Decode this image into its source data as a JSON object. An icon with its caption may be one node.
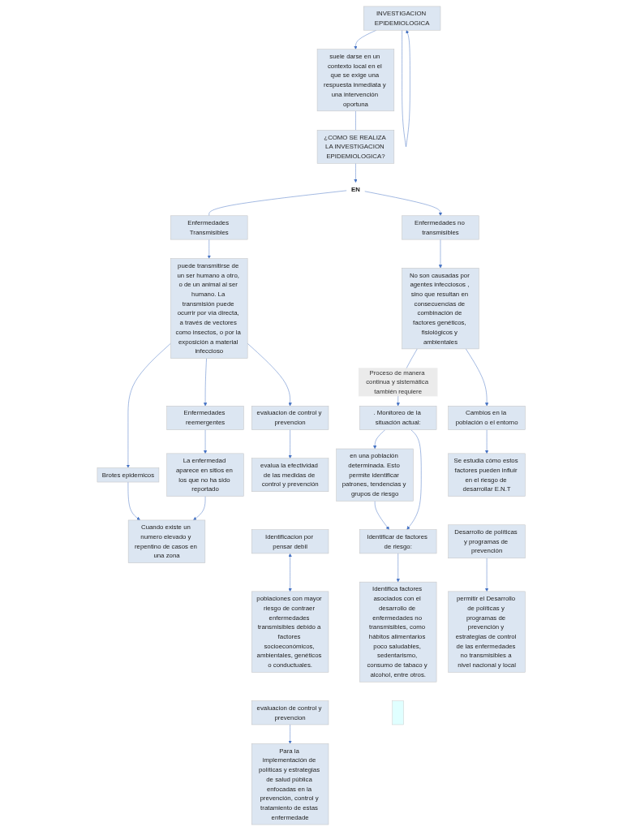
{
  "diagram": {
    "nodes": [
      {
        "text": [
          "INVESTIGACION EPIDEMIOLOGICA"
        ]
      },
      {
        "text": [
          "suele darse en un contexto local en el que se exige una respuesta inmediata y una intervención oportuna"
        ]
      },
      {
        "text": [
          "¿COMO SE REALIZA LA INVESTIGACION EPIDEMIOLOGICA?"
        ]
      },
      {
        "text": [
          "EN"
        ]
      },
      {
        "text": [
          "Enfermedades Transmisibles"
        ]
      },
      {
        "text": [
          "Enfermedades no transmisibles"
        ]
      },
      {
        "text": [
          "puede transmitirse de un ser humano a otro, o de un animal al ser humano. La transmisión puede ocurrir por vía directa, a través de vectores como insectos, o por la exposición a material infeccioso"
        ]
      },
      {
        "text": [
          "No son causadas por agentes infecciosos , sino que resultan en consecuencias de combinación de factores genéticos, fisiológicos y ambientales"
        ]
      },
      {
        "text": [
          "Brotes epidemicos"
        ]
      },
      {
        "text": [
          "Cuando existe un numero elevado y repentino de casos en una zona"
        ]
      },
      {
        "text": [
          "Enfermedades reemergentes"
        ]
      },
      {
        "text": [
          "La enfermedad aparece en sitios en los que no ha sido reportado"
        ]
      },
      {
        "text": [
          "evaluacion de control y prevencion"
        ]
      },
      {
        "text": [
          "evalua la efectividad de las medidas de control y prevención"
        ]
      },
      {
        "text": [
          "Identificacion por pensar debil"
        ]
      },
      {
        "text": [
          "poblaciones con mayor riesgo de contraer enfermedades transmisibles debido a factores socioeconómicos, ambientales, genéticos o conductuales."
        ]
      },
      {
        "text": [
          "evaluacion de control y prevencion"
        ]
      },
      {
        "text": [
          "Para la implementación de políticas y estrategias de salud pública enfocadas en la prevención, control y tratamiento de estas enfermedade"
        ]
      },
      {
        "text": [
          ". Monitoreo de la situación actual:"
        ]
      },
      {
        "text": [
          "Cambios en la población o el entorno"
        ]
      },
      {
        "text": [
          "en una población determinada. Esto permite identificar patrones, tendencias y grupos de riesgo"
        ]
      },
      {
        "text": [
          "Identificar de factores de riesgo:"
        ]
      },
      {
        "text": [
          "Identifica factores asociados con el desarrollo de enfermedades no transmisibles, como hábitos alimentarios poco saludables, sedentarismo, consumo de tabaco y alcohol, entre otros."
        ]
      },
      {
        "text": [
          "Se estudia cómo estos factores pueden influir en el riesgo de desarrollar E.N.T"
        ]
      },
      {
        "text": [
          "Desarrollo de políticas y programas de prevención"
        ]
      },
      {
        "text": [
          "permitir el Desarrollo de políticas y programas de prevención y estrategias de control de las enfermedades no transmisibles a nivel nacional y local"
        ]
      },
      {
        "text": [],
        "shape": "box"
      }
    ],
    "edges": [
      {
        "from": 0,
        "to": 0,
        "arrow": "to"
      },
      {
        "from": 0,
        "to": 1,
        "arrow": "to"
      },
      {
        "from": 1,
        "to": 2,
        "arrow": "none"
      },
      {
        "from": 2,
        "to": 3,
        "arrow": "to"
      },
      {
        "from": 3,
        "to": 4,
        "arrow": "none"
      },
      {
        "from": 3,
        "to": 5,
        "arrow": "to"
      },
      {
        "from": 4,
        "to": 6,
        "arrow": "to"
      },
      {
        "from": 5,
        "to": 7,
        "arrow": "to"
      },
      {
        "from": 6,
        "to": 8,
        "arrow": "to"
      },
      {
        "from": 6,
        "to": 10,
        "arrow": "to"
      },
      {
        "from": 6,
        "to": 12,
        "arrow": "to"
      },
      {
        "from": 8,
        "to": 9,
        "arrow": "to"
      },
      {
        "from": 10,
        "to": 11,
        "arrow": "to"
      },
      {
        "from": 11,
        "to": 9,
        "arrow": "to"
      },
      {
        "from": 12,
        "to": 13,
        "arrow": "to"
      },
      {
        "from": 14,
        "to": 15,
        "arrow": "both"
      },
      {
        "from": 16,
        "to": 17,
        "arrow": "to"
      },
      {
        "from": 7,
        "to": 18,
        "arrow": "to",
        "label": "Proceso de manera continua y sistemática también requiere"
      },
      {
        "from": 7,
        "to": 19,
        "arrow": "to"
      },
      {
        "from": 18,
        "to": 20,
        "arrow": "to"
      },
      {
        "from": 20,
        "to": 21,
        "arrow": "to"
      },
      {
        "from": 18,
        "to": 21,
        "arrow": "to"
      },
      {
        "from": 21,
        "to": 22,
        "arrow": "to"
      },
      {
        "from": 19,
        "to": 23,
        "arrow": "to"
      },
      {
        "from": 24,
        "to": 25,
        "arrow": "to"
      }
    ]
  }
}
